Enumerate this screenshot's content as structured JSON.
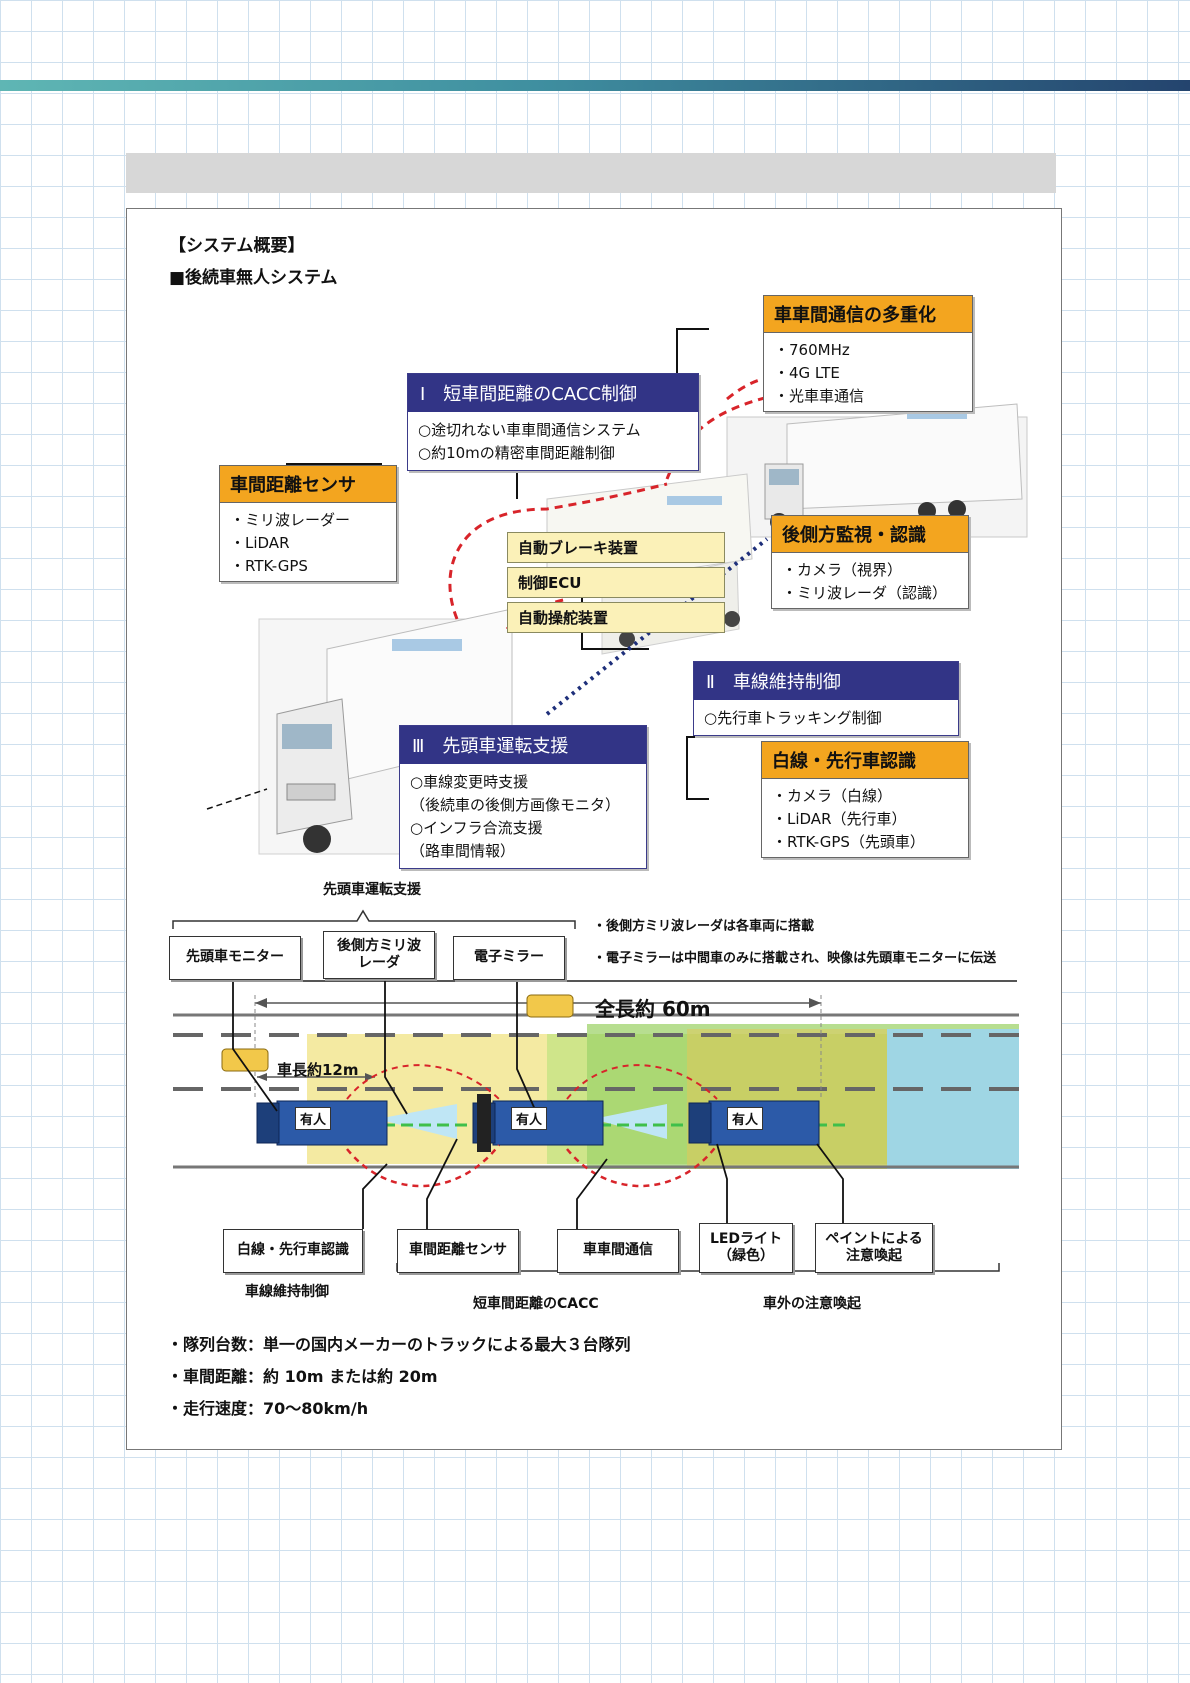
{
  "section_title": "【システム概要】",
  "system_name": "■後続車無人システム",
  "comm_box": {
    "title": "車車間通信の多重化",
    "items": [
      "・760MHz",
      "・4G LTE",
      "・光車車通信"
    ]
  },
  "cacc_box": {
    "title": "Ⅰ　短車間距離のCACC制御",
    "items": [
      "○途切れない車車間通信システム",
      "○約10mの精密車間距離制御"
    ]
  },
  "sensor_box": {
    "title": "車間距離センサ",
    "items": [
      "・ミリ波レーダー",
      "・LiDAR",
      "・RTK-GPS"
    ]
  },
  "rear_box": {
    "title": "後側方監視・認識",
    "items": [
      "・カメラ（視界）",
      "・ミリ波レーダ（認識）"
    ]
  },
  "devices": [
    "自動ブレーキ装置",
    "制御ECU",
    "自動操舵装置"
  ],
  "lane_box": {
    "title": "Ⅱ　車線維持制御",
    "items": [
      "○先行車トラッキング制御"
    ]
  },
  "white_line_box": {
    "title": "白線・先行車認識",
    "items": [
      "・カメラ（白線）",
      "・LiDAR（先行車）",
      "・RTK-GPS（先頭車）"
    ]
  },
  "lead_box": {
    "title": "Ⅲ　先頭車運転支援",
    "items": [
      "○車線変更時支援",
      "（後続車の後側方画像モニタ）",
      "○インフラ合流支援",
      "（路車間情報）"
    ]
  },
  "lower": {
    "group_top": "先頭車運転支援",
    "labels_top": [
      "先頭車モニター",
      "後側方ミリ波\nレーダ",
      "電子ミラー"
    ],
    "notes": [
      "・後側方ミリ波レーダは各車両に搭載",
      "・電子ミラーは中間車のみに搭載され、映像は先頭車モニターに伝送"
    ],
    "total_length": "全長約 60m",
    "vehicle_length": "車長約12m",
    "occupant": "有人",
    "labels_bottom": [
      "白線・先行車認識",
      "車間距離センサ",
      "車車間通信",
      "LEDライト\n（緑色）",
      "ペイントによる\n注意喚起"
    ],
    "caption_lane": "車線維持制御",
    "caption_cacc": "短車間距離のCACC",
    "caption_alert": "車外の注意喚起"
  },
  "specs": [
    "・隊列台数：単一の国内メーカーのトラックによる最大３台隊列",
    "・車間距離：約 10m または約 20m",
    "・走行速度：70～80km/h"
  ],
  "colors": {
    "orange": "#f3a51f",
    "navy": "#323486",
    "pale_yellow": "#fbf1b8",
    "truck_blue": "#2c5aa8",
    "band": "#3f8fa0"
  }
}
